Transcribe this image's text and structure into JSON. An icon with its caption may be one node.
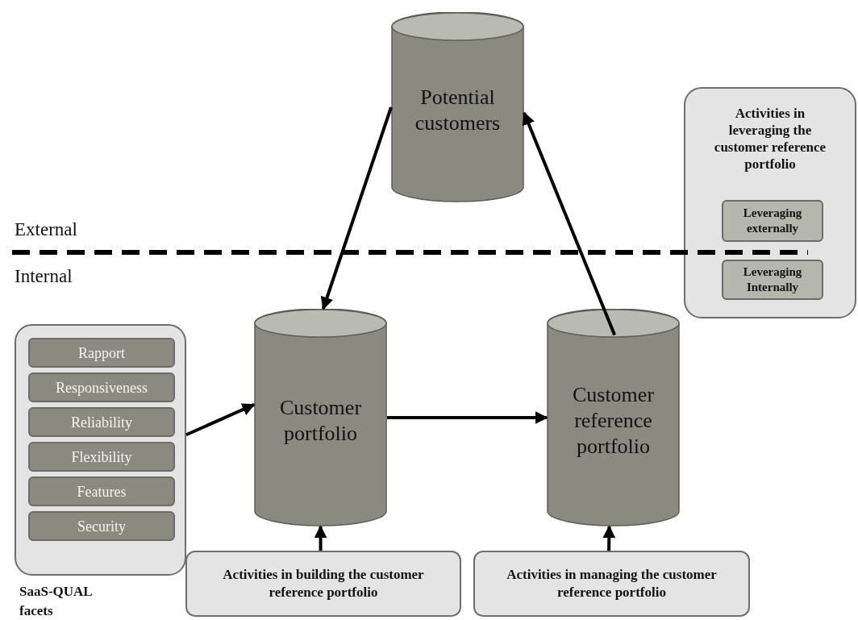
{
  "diagram": {
    "nodes": [
      {
        "text": [
          "Potential customers"
        ]
      },
      {
        "text": [
          "Customer portfolio"
        ]
      },
      {
        "text": [
          "Customer reference portfolio"
        ]
      },
      {
        "text": [],
        "shape": "box",
        "beside": [
          "SaaS-QUAL facets"
        ]
      },
      {
        "text": [
          "Rapport"
        ],
        "in": 3
      },
      {
        "text": [
          "Responsiveness"
        ],
        "in": 3
      },
      {
        "text": [
          "Reliability"
        ],
        "in": 3
      },
      {
        "text": [
          "Flexibility"
        ],
        "in": 3
      },
      {
        "text": [
          "Features"
        ],
        "in": 3
      },
      {
        "text": [
          "Security"
        ],
        "in": 3
      },
      {
        "text": [
          "Activities in building the customer reference portfolio"
        ]
      },
      {
        "text": [
          "Activities in managing the customer reference portfolio"
        ]
      },
      {
        "text": [
          "Activities in leveraging the customer reference portfolio"
        ]
      },
      {
        "text": [
          "Leveraging externally"
        ],
        "in": 12
      },
      {
        "text": [
          "Leveraging Internally"
        ],
        "in": 12
      }
    ],
    "edges": [
      {
        "from": 0,
        "to": 1,
        "arrow": "to"
      },
      {
        "from": 1,
        "to": 2,
        "arrow": "to"
      },
      {
        "from": 2,
        "to": 0,
        "arrow": "to"
      },
      {
        "from": 3,
        "to": 1,
        "arrow": "to"
      },
      {
        "from": 10,
        "to": 1,
        "arrow": "to"
      },
      {
        "from": 11,
        "to": 2,
        "arrow": "to"
      }
    ],
    "labels": [
      "External",
      "Internal"
    ]
  }
}
